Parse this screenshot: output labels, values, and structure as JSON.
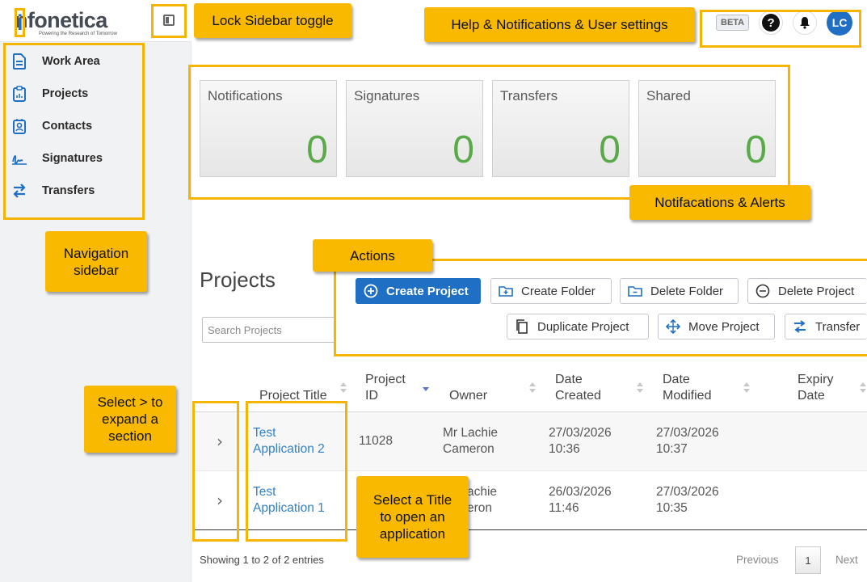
{
  "brand": {
    "name_part1": "i",
    "name_part2": "nfonetica",
    "tagline": "Powering the Research of Tomorrow"
  },
  "sidebar": {
    "items": [
      {
        "label": "Work Area",
        "icon": "document-icon"
      },
      {
        "label": "Projects",
        "icon": "clipboard-icon"
      },
      {
        "label": "Contacts",
        "icon": "contact-card-icon"
      },
      {
        "label": "Signatures",
        "icon": "signature-icon"
      },
      {
        "label": "Transfers",
        "icon": "transfer-arrows-icon"
      }
    ]
  },
  "header": {
    "beta": "BETA",
    "help": "?",
    "user_initials": "LC"
  },
  "summary_cards": [
    {
      "title": "Notifications",
      "value": "0"
    },
    {
      "title": "Signatures",
      "value": "0"
    },
    {
      "title": "Transfers",
      "value": "0"
    },
    {
      "title": "Shared",
      "value": "0"
    }
  ],
  "projects": {
    "title": "Projects",
    "search_placeholder": "Search Projects",
    "actions": {
      "create_project": "Create Project",
      "create_folder": "Create Folder",
      "delete_folder": "Delete Folder",
      "delete_project": "Delete Project",
      "duplicate_project": "Duplicate Project",
      "move_project": "Move Project",
      "transfer": "Transfer"
    },
    "columns": {
      "title": "Project Title",
      "id_line1": "Project",
      "id_line2": "ID",
      "owner": "Owner",
      "created_line1": "Date",
      "created_line2": "Created",
      "modified_line1": "Date",
      "modified_line2": "Modified",
      "expiry_line1": "Expiry",
      "expiry_line2": "Date"
    },
    "rows": [
      {
        "title1": "Test",
        "title2": "Application 2",
        "id": "11028",
        "owner1": "Mr Lachie",
        "owner2": "Cameron",
        "created1": "27/03/2026",
        "created2": "10:36",
        "modified1": "27/03/2026",
        "modified2": "10:37"
      },
      {
        "title1": "Test",
        "title2": "Application 1",
        "id": "",
        "owner1": "achie",
        "owner2": "eron",
        "created1": "26/03/2026",
        "created2": "11:46",
        "modified1": "27/03/2026",
        "modified2": "10:35"
      }
    ],
    "showing": "Showing 1 to 2 of 2 entries",
    "pager": {
      "previous": "Previous",
      "page": "1",
      "next": "Next"
    }
  },
  "annotations": {
    "lock_sidebar": "Lock Sidebar toggle",
    "help_notifications": "Help & Notifications & User settings",
    "notifications_alerts": "Notifacations & Alerts",
    "nav_line1": "Navigation",
    "nav_line2": "sidebar",
    "actions": "Actions",
    "expand_line1": "Select > to",
    "expand_line2": "expand a",
    "expand_line3": "section",
    "title_line1": "Select a Title",
    "title_line2": "to open an",
    "title_line3": "application",
    "color": "#f9b900"
  },
  "colors": {
    "accent": "#1f6fc4",
    "card_value": "#5aaa4a",
    "link": "#2f82c8"
  }
}
